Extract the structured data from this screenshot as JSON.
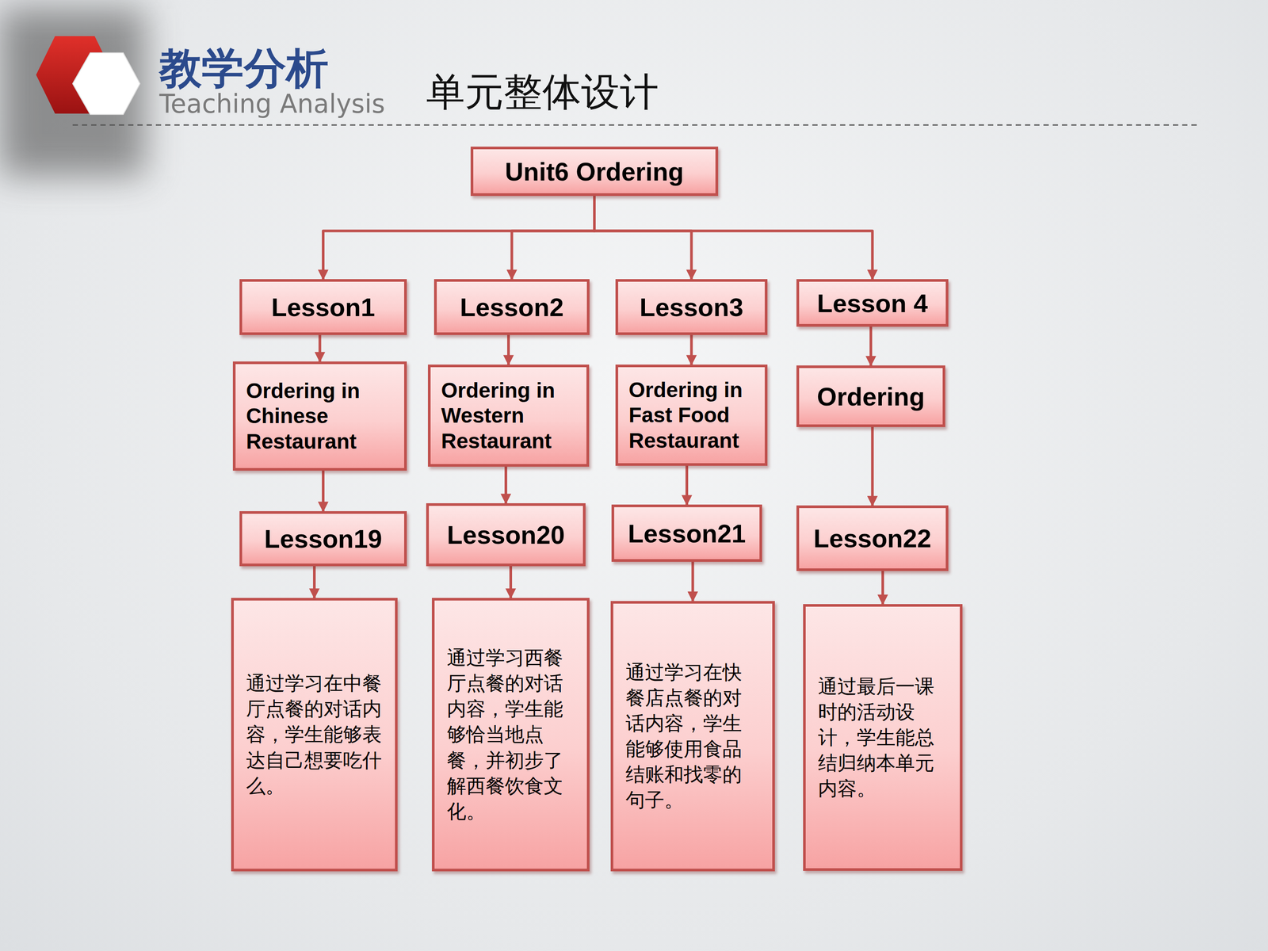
{
  "diagram": {
    "title": "单元整体设计",
    "nodes": [
      {
        "text": [
          "Unit6  Ordering"
        ]
      },
      {
        "text": [
          "Lesson1"
        ]
      },
      {
        "text": [
          "Lesson2"
        ]
      },
      {
        "text": [
          "Lesson3"
        ]
      },
      {
        "text": [
          "Lesson 4"
        ]
      },
      {
        "text": [
          "Ordering in Chinese Restaurant"
        ]
      },
      {
        "text": [
          "Ordering in Western Restaurant"
        ]
      },
      {
        "text": [
          "Ordering in Fast Food Restaurant"
        ]
      },
      {
        "text": [
          "Ordering"
        ]
      },
      {
        "text": [
          "Lesson19"
        ]
      },
      {
        "text": [
          "Lesson20"
        ]
      },
      {
        "text": [
          "Lesson21"
        ]
      },
      {
        "text": [
          "Lesson22"
        ]
      },
      {
        "text": [
          "通过学习在中餐厅点餐的对话内容，学生能够表达自己想要吃什么。"
        ]
      },
      {
        "text": [
          "通过学习西餐厅点餐的对话内容，学生能够恰当地点餐，并初步了解西餐饮食文化。"
        ]
      },
      {
        "text": [
          "通过学习在快餐店点餐的对话内容，学生能够使用食品结账和找零的句子。"
        ]
      },
      {
        "text": [
          "通过最后一课时的活动设计，学生能总结归纳本单元内容。"
        ]
      }
    ],
    "edges": [
      {
        "from": 0,
        "to": 1,
        "arrow": "to"
      },
      {
        "from": 0,
        "to": 2,
        "arrow": "to"
      },
      {
        "from": 0,
        "to": 3,
        "arrow": "to"
      },
      {
        "from": 0,
        "to": 4,
        "arrow": "to"
      },
      {
        "from": 1,
        "to": 5,
        "arrow": "to"
      },
      {
        "from": 2,
        "to": 6,
        "arrow": "to"
      },
      {
        "from": 3,
        "to": 7,
        "arrow": "to"
      },
      {
        "from": 4,
        "to": 8,
        "arrow": "to"
      },
      {
        "from": 5,
        "to": 9,
        "arrow": "to"
      },
      {
        "from": 6,
        "to": 10,
        "arrow": "to"
      },
      {
        "from": 7,
        "to": 11,
        "arrow": "to"
      },
      {
        "from": 8,
        "to": 12,
        "arrow": "to"
      },
      {
        "from": 9,
        "to": 13,
        "arrow": "to"
      },
      {
        "from": 10,
        "to": 14,
        "arrow": "to"
      },
      {
        "from": 11,
        "to": 15,
        "arrow": "to"
      },
      {
        "from": 12,
        "to": 16,
        "arrow": "to"
      }
    ],
    "labels": [
      "教学分析",
      "Teaching Analysis"
    ]
  }
}
